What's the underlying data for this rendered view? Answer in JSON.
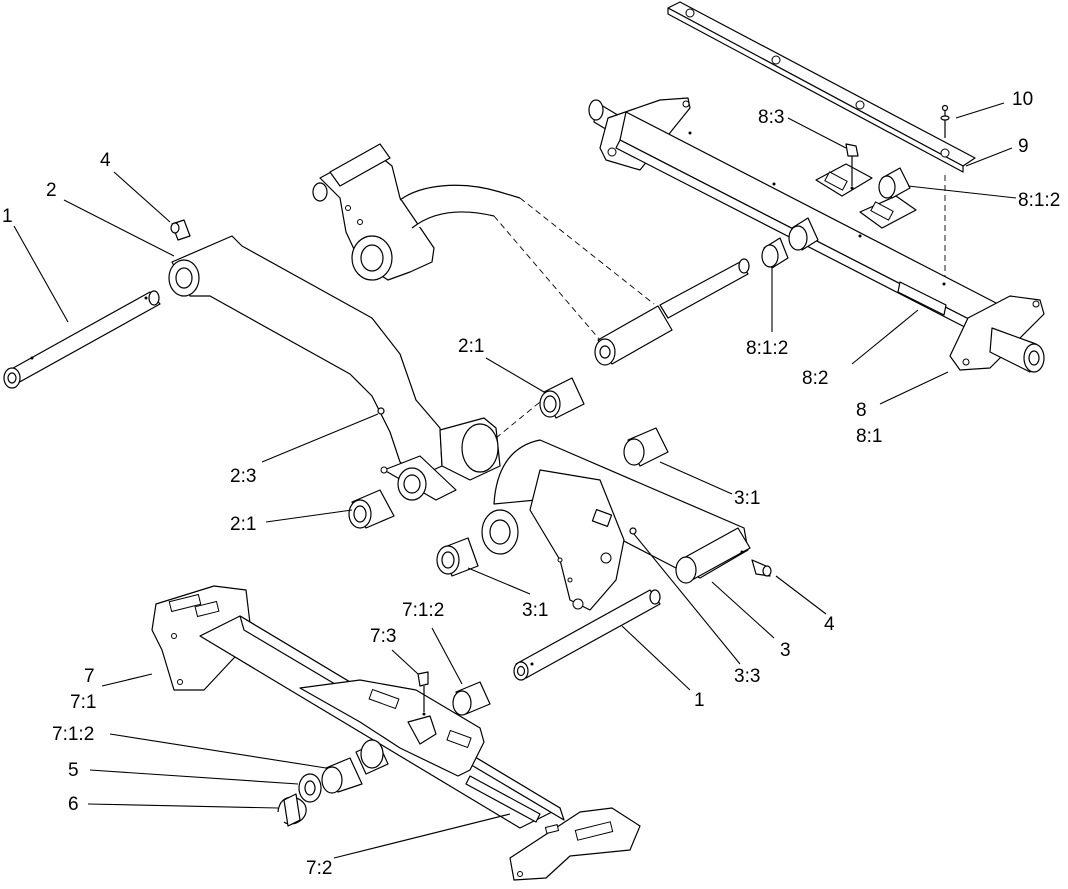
{
  "callouts": [
    {
      "id": "c1a",
      "text": "1"
    },
    {
      "id": "c2a",
      "text": "2"
    },
    {
      "id": "c4a",
      "text": "4"
    },
    {
      "id": "c10",
      "text": "10"
    },
    {
      "id": "c9",
      "text": "9"
    },
    {
      "id": "c83",
      "text": "8:3"
    },
    {
      "id": "c812a",
      "text": "8:1:2"
    },
    {
      "id": "c812b",
      "text": "8:1:2"
    },
    {
      "id": "c82",
      "text": "8:2"
    },
    {
      "id": "c8",
      "text": "8"
    },
    {
      "id": "c81",
      "text": "8:1"
    },
    {
      "id": "c21a",
      "text": "2:1"
    },
    {
      "id": "c23",
      "text": "2:3"
    },
    {
      "id": "c21b",
      "text": "2:1"
    },
    {
      "id": "c31a",
      "text": "3:1"
    },
    {
      "id": "c31b",
      "text": "3:1"
    },
    {
      "id": "c4b",
      "text": "4"
    },
    {
      "id": "c3",
      "text": "3"
    },
    {
      "id": "c33",
      "text": "3:3"
    },
    {
      "id": "c1b",
      "text": "1"
    },
    {
      "id": "c712a",
      "text": "7:1:2"
    },
    {
      "id": "c73",
      "text": "7:3"
    },
    {
      "id": "c7",
      "text": "7"
    },
    {
      "id": "c71",
      "text": "7:1"
    },
    {
      "id": "c712b",
      "text": "7:1:2"
    },
    {
      "id": "c5",
      "text": "5"
    },
    {
      "id": "c6",
      "text": "6"
    },
    {
      "id": "c72",
      "text": "7:2"
    }
  ]
}
